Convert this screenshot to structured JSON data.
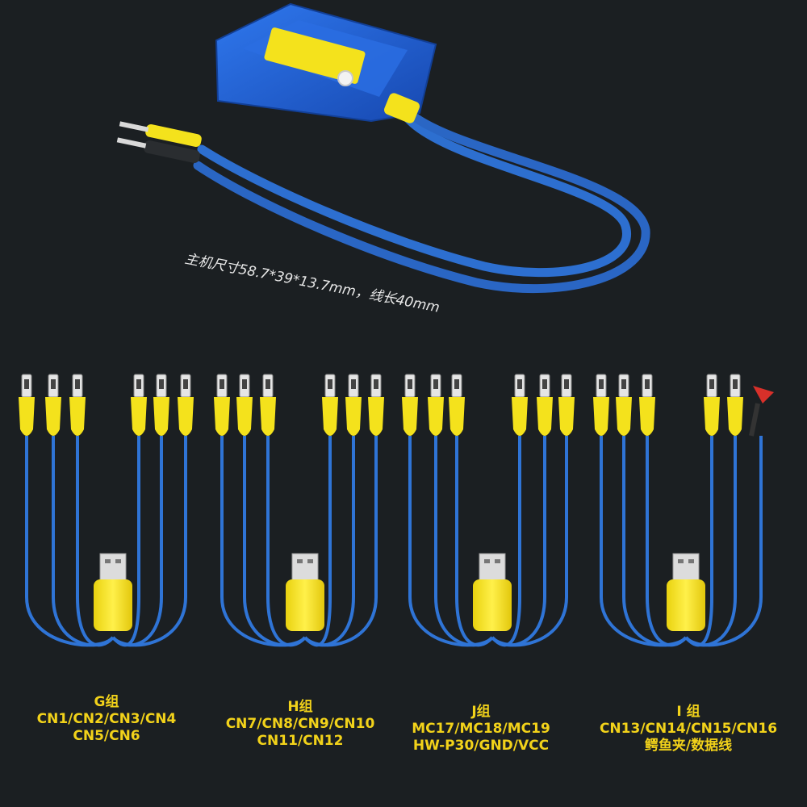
{
  "colors": {
    "background": "#1b1f22",
    "cable_blue": "#2f74d6",
    "cable_blue_dark": "#1f55ad",
    "connector_yellow": "#f4e21c",
    "label_yellow": "#f2d21a",
    "device_blue": "#1e5fd8"
  },
  "device": {
    "dimension_caption": "主机尺寸58.7*39*13.7mm，线长40mm"
  },
  "groups": [
    {
      "title": "G组",
      "lines": [
        "CN1/CN2/CN3/CN4",
        "CN5/CN6"
      ]
    },
    {
      "title": "H组",
      "lines": [
        "CN7/CN8/CN9/CN10",
        "CN11/CN12"
      ]
    },
    {
      "title": "J组",
      "lines": [
        "MC17/MC18/MC19",
        "HW-P30/GND/VCC"
      ]
    },
    {
      "title": "I 组",
      "lines": [
        "CN13/CN14/CN15/CN16",
        "鳄鱼夹/数据线"
      ]
    }
  ]
}
